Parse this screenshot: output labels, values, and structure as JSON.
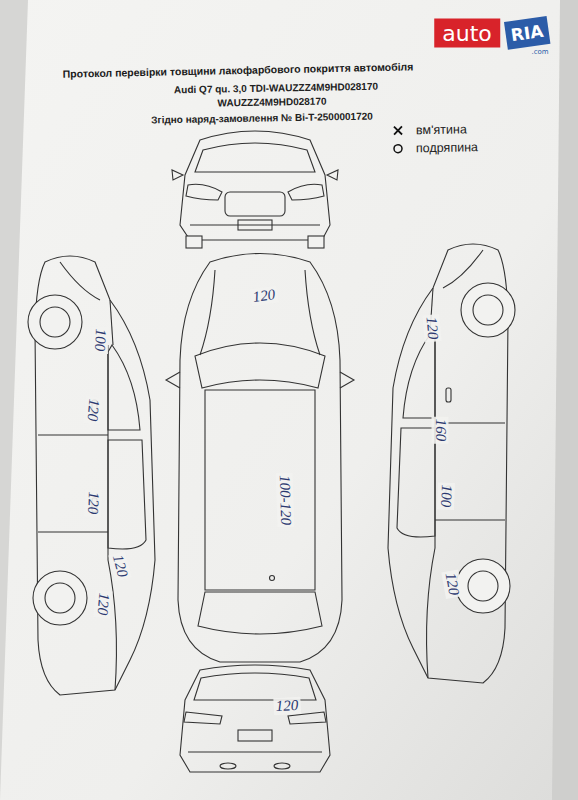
{
  "diagram": {
    "title": "Протокол перевірки товщини лакофарбового покриття автомобіля",
    "labels": [
      "auto",
      "RIA",
      ".com",
      "Audi Q7 qu. 3,0 TDI-WAUZZZ4M9HD028170",
      "WAUZZZ4M9HD028170",
      "Згідно наряд-замовлення № Bi-T-2500001720",
      "120",
      "100-120",
      "100",
      "120",
      "120",
      "120",
      "120",
      "120",
      "160",
      "100",
      "120",
      "120"
    ],
    "legend": [
      {
        "text": "вм'ятина"
      },
      {
        "text": "подряпина"
      }
    ]
  }
}
